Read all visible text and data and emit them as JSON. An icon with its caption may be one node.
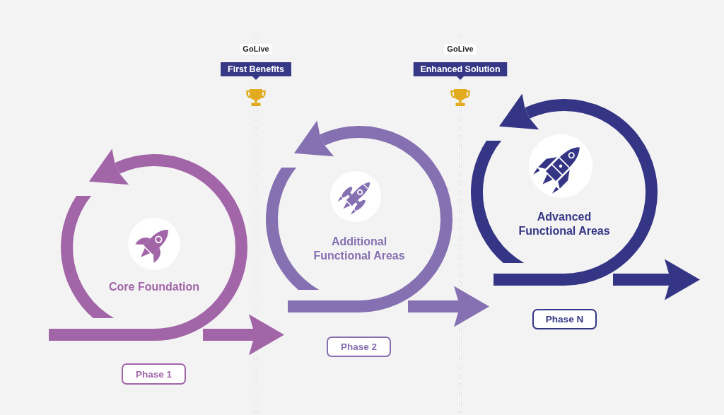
{
  "diagram": {
    "nodes": [
      {
        "text": [
          "Core Foundation"
        ]
      },
      {
        "text": [
          "Phase 1"
        ]
      },
      {
        "text": [
          "GoLive"
        ]
      },
      {
        "text": [
          "First Benefits"
        ]
      },
      {
        "text": [
          "Additional Functional Areas"
        ]
      },
      {
        "text": [
          "Phase 2"
        ]
      },
      {
        "text": [
          "GoLive"
        ]
      },
      {
        "text": [
          "Enhanced Solution"
        ]
      },
      {
        "text": [
          "Advanced Functional Areas"
        ]
      },
      {
        "text": [
          "Phase N"
        ]
      }
    ],
    "edges": [
      {
        "from": 0,
        "to": 4,
        "arrow": "to",
        "color": "#a265a8"
      },
      {
        "from": 4,
        "to": 8,
        "arrow": "to",
        "color": "#8570b1"
      },
      {
        "from": 8,
        "to": null,
        "arrow": "to",
        "color": "#353586"
      }
    ]
  }
}
